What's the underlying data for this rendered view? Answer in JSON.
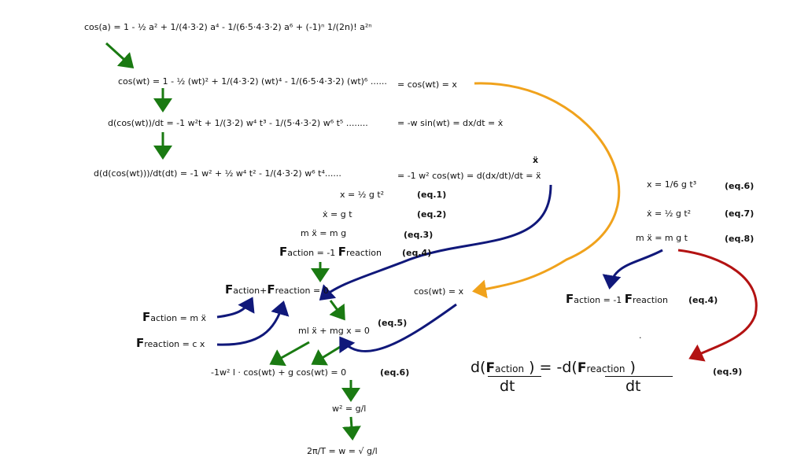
{
  "lines": {
    "l01": "cos(a) = 1 - ½ a² + 1/(4·3·2) a⁴ - 1/(6·5·4·3·2) a⁶ + (-1)ⁿ 1/(2n)! a²ⁿ",
    "l02": "cos(wt) = 1 - ½ (wt)² + 1/(4·3·2) (wt)⁴ - 1/(6·5·4·3·2) (wt)⁶ ......",
    "l02b": "= cos(wt) = x",
    "l03": "d(cos(wt))/dt = -1 w²t + 1/(3·2) w⁴ t³ - 1/(5·4·3·2) w⁶ t⁵ ........",
    "l03b": "= -w sin(wt) = dx/dt = ẋ",
    "l04": "d(d(cos(wt)))/dt(dt) = -1 w² + ½ w⁴ t² - 1/(4·3·2) w⁶ t⁴......",
    "l04b": "= -1 w² cos(wt) = d(dx/dt)/dt = ẍ",
    "l04c": "ẍ",
    "e1": "x = ½ g t²",
    "e2": "ẋ = g t",
    "e3": "m ẍ = m g",
    "e4a_F1": "F",
    "e4a_s1": "action",
    "e4a_mid": "= -1",
    "e4a_F2": "F",
    "e4a_s2": "reaction",
    "sum_F1": "F",
    "sum_s1": "action",
    "sum_plus": "+",
    "sum_F2": "F",
    "sum_s2": "reaction",
    "sum_end": "= 0",
    "fa_F": "F",
    "fa_s": "action",
    "fa_r": "= m ẍ",
    "fr_F": "F",
    "fr_s": "reaction",
    "fr_r": "= c x",
    "coswt": "cos(wt) = x",
    "e5": "ml ẍ + mg x = 0",
    "e6": "-1w² l · cos(wt) + g cos(wt) = 0",
    "w2": "w² = g/l",
    "final": "2π/T = w = √ g/l",
    "r6": "x = 1/6 g t³",
    "r7": "ẋ = ½ g t²",
    "r8": "m ẍ = m g t",
    "r4_F1": "F",
    "r4_s1": "action",
    "r4_mid": "= -1",
    "r4_F2": "F",
    "r4_s2": "reaction",
    "big_left": "d(",
    "big_F1": "F",
    "big_s1": "action",
    "big_mid": ")   =  -d(",
    "big_F2": "F",
    "big_s2": "reaction",
    "big_right": ")",
    "big_dt1": "dt",
    "big_dt2": "dt",
    "dot": "."
  },
  "labels": {
    "eq1": "(eq.1)",
    "eq2": "(eq.2)",
    "eq3": "(eq.3)",
    "eq4": "(eq.4)",
    "eq5": "(eq.5)",
    "eq6": "(eq.6)",
    "req6": "(eq.6)",
    "req7": "(eq.7)",
    "req8": "(eq.8)",
    "req4": "(eq.4)",
    "eq9": "(eq.9)"
  },
  "colors": {
    "green": "#1a7a12",
    "navy": "#10187a",
    "orange": "#f0a21c",
    "red": "#b31212"
  }
}
